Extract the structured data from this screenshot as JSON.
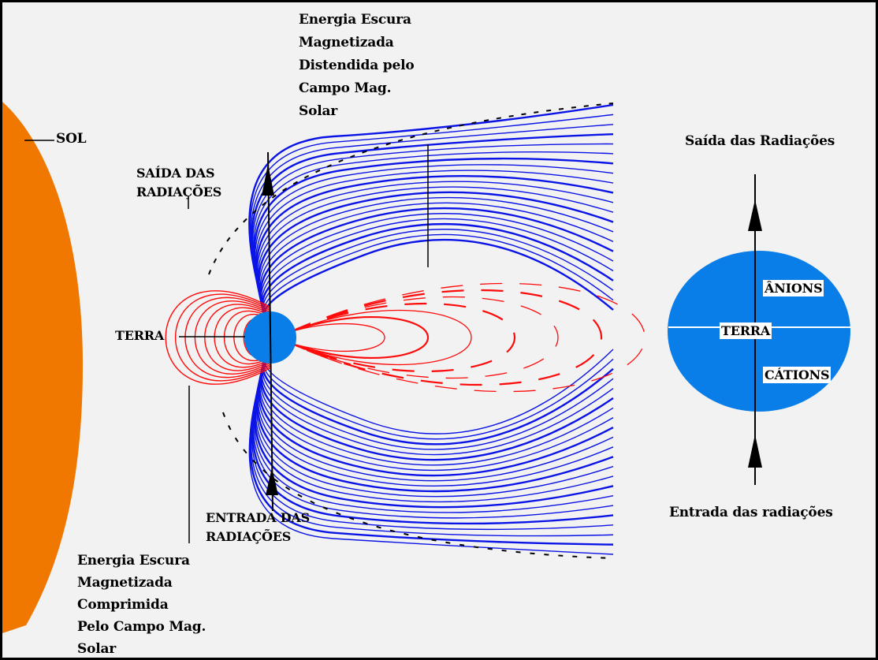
{
  "labels": {
    "sol": "SOL",
    "energia_distendida": [
      "Energia Escura",
      "Magnetizada",
      "Distendida pelo",
      "Campo Mag.",
      "Solar"
    ],
    "saida_radiacoes_left": [
      "SAÍDA DAS",
      "RADIAÇÕES"
    ],
    "terra_left": "TERRA",
    "entrada_radiacoes_left": [
      "ENTRADA DAS",
      "RADIAÇÕES"
    ],
    "energia_comprimida": [
      "Energia Escura",
      "Magnetizada",
      "Comprimida",
      "Pelo Campo Mag.",
      "Solar"
    ],
    "saida_radiacoes_right": "Saída das Radiações",
    "anions": "ÂNIONS",
    "terra_right": "TERRA",
    "cations": "CÁTIONS",
    "entrada_radiacoes_right": "Entrada das radiações"
  },
  "colors": {
    "sun": "#f07800",
    "earth": "#0a7ee8",
    "field_outer": "#0a14e6",
    "field_inner": "#ff0a0a",
    "background": "#f2f2f2"
  }
}
